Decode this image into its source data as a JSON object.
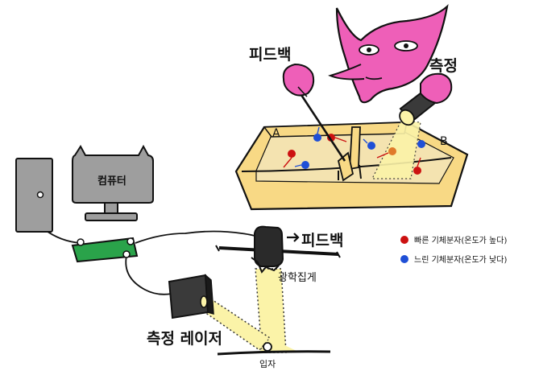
{
  "labels": {
    "feedback_top": "피드백",
    "measure": "측정",
    "computer": "컴퓨터",
    "feedback_arrow": "피드백",
    "optical": "광학집게",
    "laser": "측정 레이저",
    "particle": "입자",
    "box_a": "A",
    "box_b": "B"
  },
  "legend": [
    {
      "label": "빠른 기체분자(온도가 높다)",
      "color": "#cc1111"
    },
    {
      "label": "느린 기체분자(온도가 낮다)",
      "color": "#1f4fd6"
    }
  ],
  "colors": {
    "demon": "#ee5fb8",
    "box": "#f8d985",
    "light": "#fbf3a8",
    "board": "#2aa34a",
    "device": "#9e9e9e"
  }
}
